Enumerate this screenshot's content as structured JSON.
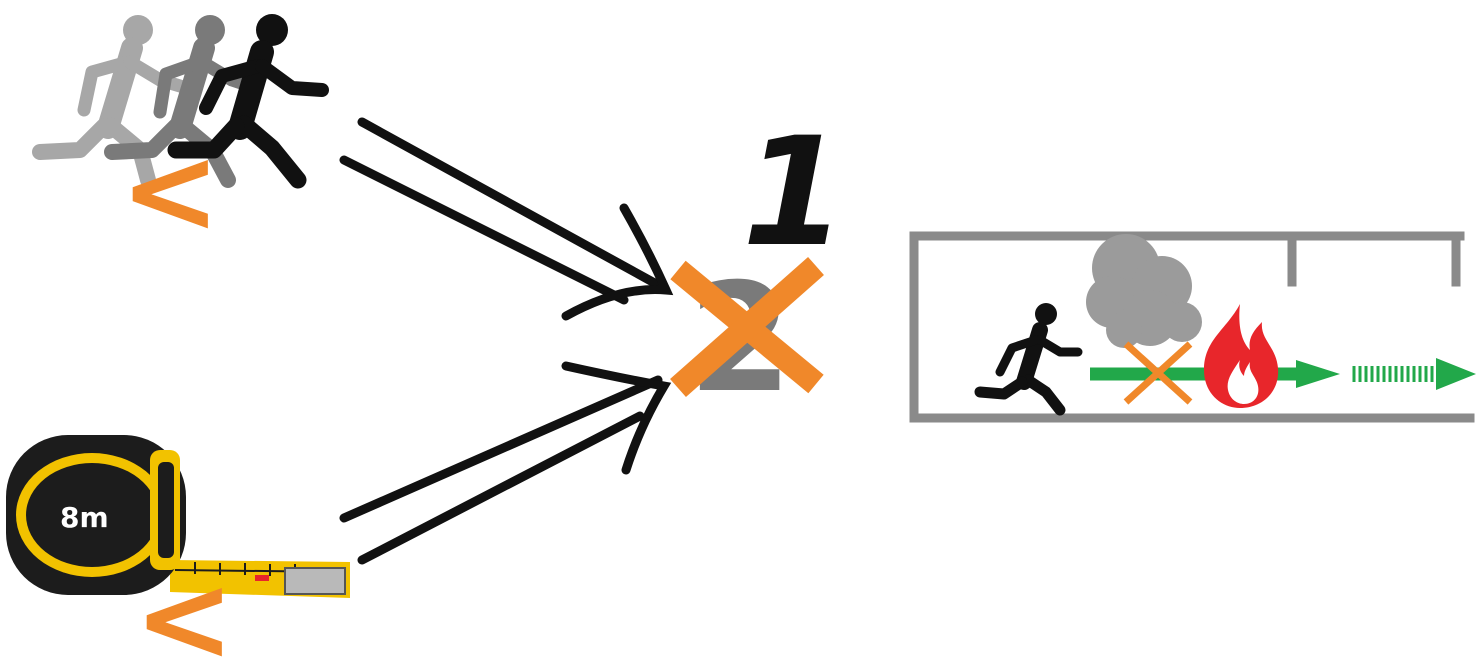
{
  "labels": {
    "count_new": "1",
    "count_old": "2",
    "tape_length": "8m",
    "less_than_symbol": "<"
  },
  "icons": {
    "runners": "running-people-icon",
    "tape": "measuring-tape-icon",
    "cross": "cross-out-icon",
    "corridor": "corridor-exit-icon",
    "smoke": "smoke-cloud-icon",
    "fire": "fire-icon",
    "exit_arrow": "exit-route-arrow-icon"
  },
  "colors": {
    "accent_orange": "#f0882a",
    "arrow_green": "#22a84a",
    "fire_red": "#e8262b",
    "smoke_gray": "#9b9b9b",
    "wall_gray": "#8a8a8a",
    "figure_black": "#111111",
    "number_gray": "#7a7a7a",
    "tape_yellow": "#f2c200",
    "tape_black": "#1c1c1c"
  }
}
